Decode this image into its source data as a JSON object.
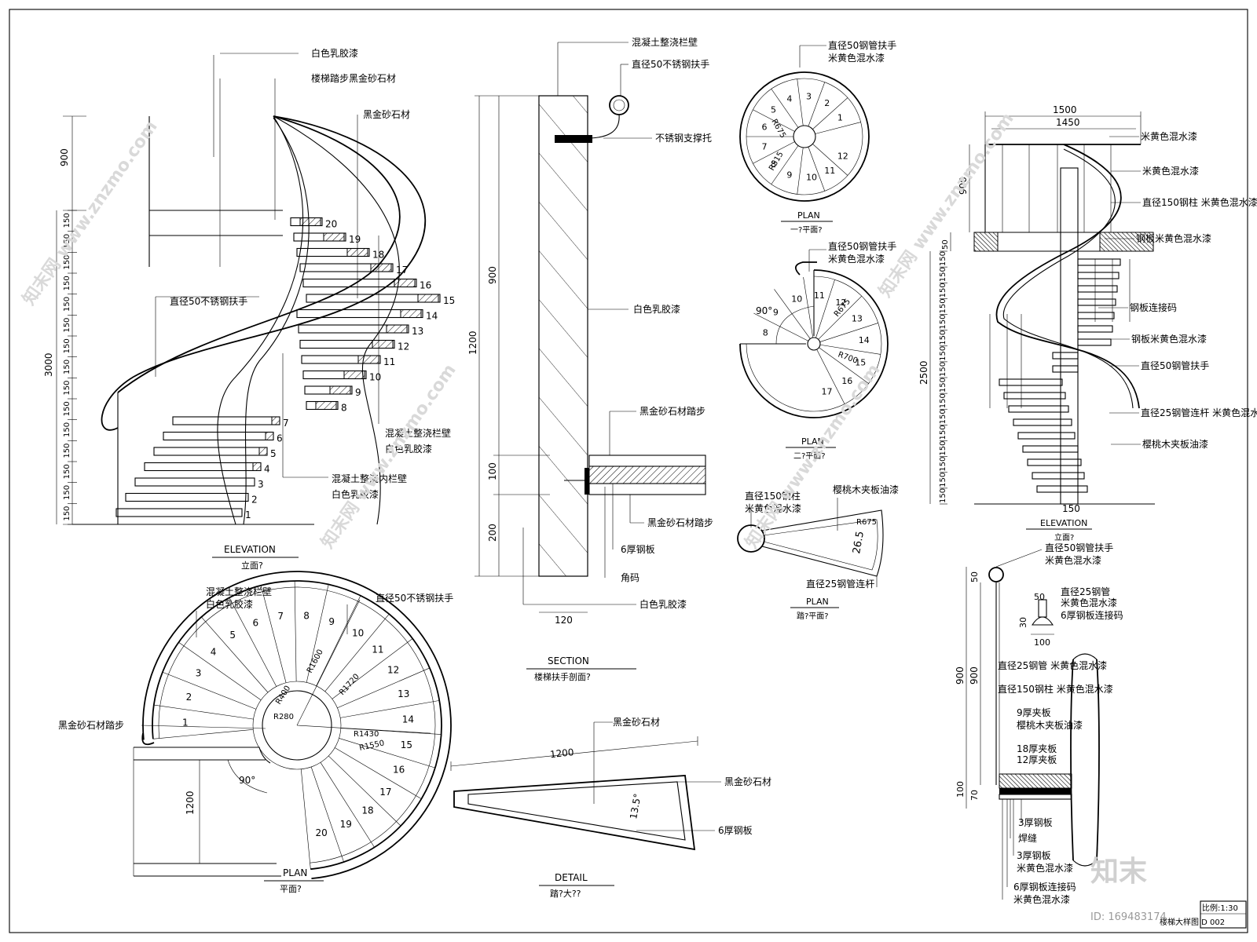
{
  "elevation": {
    "title": "ELEVATION",
    "subtitle": "立面?",
    "dims_left": [
      "900",
      "3000"
    ],
    "dims_150": [
      "150",
      "150",
      "150",
      "150",
      "150",
      "150",
      "150",
      "150",
      "150",
      "150",
      "150",
      "150",
      "150",
      "150",
      "150"
    ],
    "steps": [
      "1",
      "2",
      "3",
      "4",
      "5",
      "6",
      "7",
      "8",
      "9",
      "10",
      "11",
      "12",
      "13",
      "14",
      "15",
      "16",
      "17",
      "18",
      "19",
      "20"
    ],
    "notes": [
      "白色乳胶漆",
      "楼梯踏步黑金砂石材",
      "黑金砂石材",
      "直径50不锈钢扶手",
      "混凝土整浇栏壁",
      "白色乳胶漆",
      "混凝土整浇内栏壁",
      "白色乳胶漆"
    ]
  },
  "section": {
    "title": "SECTION",
    "subtitle": "楼梯扶手剖面?",
    "dims": [
      "1200",
      "900",
      "100",
      "200",
      "120"
    ],
    "notes": [
      "混凝土整浇栏壁",
      "直径50不锈钢扶手",
      "不锈钢支撑托",
      "白色乳胶漆",
      "黑金砂石材踏步",
      "黑金砂石材踏步",
      "6厚钢板",
      "角码",
      "白色乳胶漆"
    ]
  },
  "plan_main": {
    "title": "PLAN",
    "subtitle": "平面?",
    "steps": [
      "1",
      "2",
      "3",
      "4",
      "5",
      "6",
      "7",
      "8",
      "9",
      "10",
      "11",
      "12",
      "13",
      "14",
      "15",
      "16",
      "17",
      "18",
      "19",
      "20"
    ],
    "radii": [
      "R1600",
      "R1720",
      "R280",
      "R400",
      "R1430",
      "R1550"
    ],
    "angle": "90°",
    "dim": "1200",
    "notes": [
      "混凝土整浇栏壁",
      "白色乳胶漆",
      "直径50不锈钢扶手",
      "黑金砂石材踏步"
    ]
  },
  "detail": {
    "title": "DETAIL",
    "subtitle": "踏?大??",
    "dim": "1200",
    "angle": "13.5°",
    "notes": [
      "黑金砂石材",
      "黑金砂石材",
      "6厚钢板"
    ]
  },
  "plan1": {
    "title": "PLAN",
    "subtitle": "一?平面?",
    "steps": [
      "1",
      "2",
      "3",
      "4",
      "5",
      "6",
      "7",
      "8",
      "9",
      "10",
      "11",
      "12"
    ],
    "notes": [
      "直径50钢管扶手",
      "米黄色混水漆"
    ],
    "radii": [
      "R675",
      "R515"
    ]
  },
  "plan2": {
    "title": "PLAN",
    "subtitle": "二?平面?",
    "steps": [
      "8",
      "9",
      "10",
      "11",
      "12",
      "13",
      "14",
      "15",
      "16",
      "17"
    ],
    "angle": "90°",
    "radii": [
      "R675",
      "R700"
    ],
    "notes": [
      "直径50钢管扶手",
      "米黄色混水漆"
    ]
  },
  "plan3": {
    "title": "PLAN",
    "subtitle": "踏?平面?",
    "angle": "26.5",
    "radius": "R675",
    "notes": [
      "直径150钢柱",
      "米黄色混水漆",
      "樱桃木夹板油漆",
      "直径25钢管连杆"
    ]
  },
  "elevation2": {
    "title": "ELEVATION",
    "subtitle": "立面?",
    "dims": [
      "1500",
      "1450",
      "900",
      "50",
      "2500",
      "150"
    ],
    "notes": [
      "米黄色混水漆",
      "米黄色混水漆",
      "直径150钢柱 米黄色混水漆",
      "钢板米黄色混水漆",
      "钢板连接码",
      "钢板米黄色混水漆",
      "直径50钢管扶手",
      "直径25钢管连杆 米黄色混水漆",
      "樱桃木夹板油漆"
    ]
  },
  "section2": {
    "title": "SECTION",
    "subtitle": "楼梯扶手剖面?",
    "dims": [
      "900",
      "900",
      "50",
      "100",
      "70",
      "30",
      "50",
      "100"
    ],
    "notes": [
      "直径50钢管扶手",
      "米黄色混水漆",
      "直径25钢管",
      "米黄色混水漆",
      "6厚钢板连接码",
      "直径25钢管 米黄色混水漆",
      "直径150钢柱 米黄色混水漆",
      "9厚夹板",
      "樱桃木夹板油漆",
      "18厚夹板",
      "12厚夹板",
      "3厚钢板",
      "焊缝",
      "3厚钢板",
      "米黄色混水漆",
      "6厚钢板连接码",
      "米黄色混水漆"
    ]
  },
  "titleblock": {
    "scale": "比例:1:30",
    "code": "楼梯大样图 D 002"
  },
  "watermarks": [
    "知末网 www.znzmo.com",
    "知末",
    "ID: 169483174"
  ]
}
